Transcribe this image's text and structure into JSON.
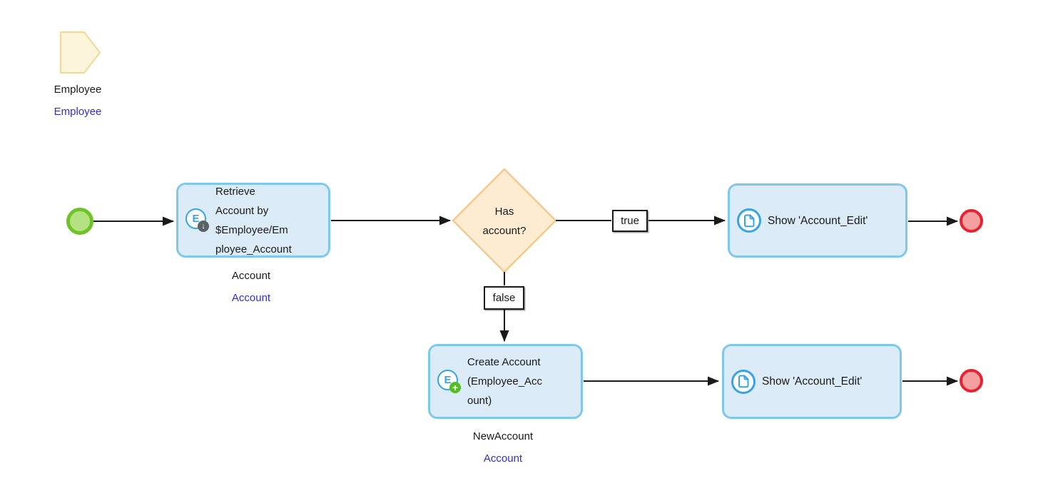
{
  "artifact": {
    "label": "Employee",
    "link": "Employee"
  },
  "gateway": {
    "label": "Has account?"
  },
  "connector_labels": {
    "true": "true",
    "false": "false"
  },
  "tasks": {
    "retrieve": {
      "label": "Retrieve Account by $Employee/Employee_Account",
      "entity": "Account",
      "link": "Account"
    },
    "show_top": {
      "label": "Show 'Account_Edit'"
    },
    "create": {
      "label": "Create Account (Employee_Account)",
      "entity": "NewAccount",
      "link": "Account"
    },
    "show_bottom": {
      "label": "Show 'Account_Edit'"
    }
  },
  "icons": {
    "entity_letter": "E",
    "retrieve_badge_glyph": "↓",
    "create_badge_glyph": "+"
  },
  "colors": {
    "task_fill": "#DCEBF8",
    "task_border": "#7EC8F0",
    "gateway_fill": "#FDEBD2",
    "gateway_border": "#F4C98D",
    "artifact_fill": "#FCF5DC",
    "artifact_border": "#F3D795",
    "start_fill": "#B4E181",
    "start_border": "#6EC427",
    "end_fill": "#F5A0A0",
    "end_border": "#E8232D",
    "icon_blue": "#35A3E8",
    "badge_gray": "#5A6268",
    "badge_green": "#52BE1F",
    "link_blue": "#2D2DE1",
    "line": "#1A1A1A"
  }
}
